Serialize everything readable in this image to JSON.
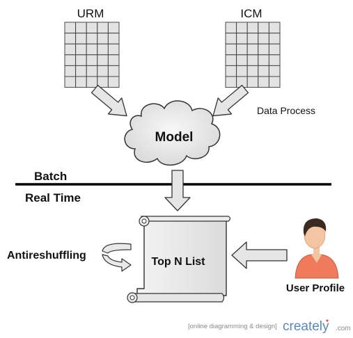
{
  "labels": {
    "urm": "URM",
    "icm": "ICM",
    "data_process": "Data Process",
    "model": "Model",
    "batch": "Batch",
    "real_time": "Real Time",
    "top_n_list": "Top N List",
    "antireshuffling": "Antireshuffling",
    "user_profile": "User Profile"
  },
  "watermark": {
    "tagline": "[online diagramming & design]",
    "brand": "creately",
    "suffix": ".com"
  },
  "matrix": {
    "rows": 6,
    "cols": 5
  },
  "colors": {
    "arrow_fill": "#e6e6e6",
    "arrow_stroke": "#333333",
    "grid_fill": "#e3e3e3",
    "cloud_fill": "#e9e9e9",
    "divider": "#000000",
    "shirt": "#f07b5c",
    "skin": "#f3c5a2",
    "hair": "#3a2a20",
    "brand": "#5a87b8"
  }
}
